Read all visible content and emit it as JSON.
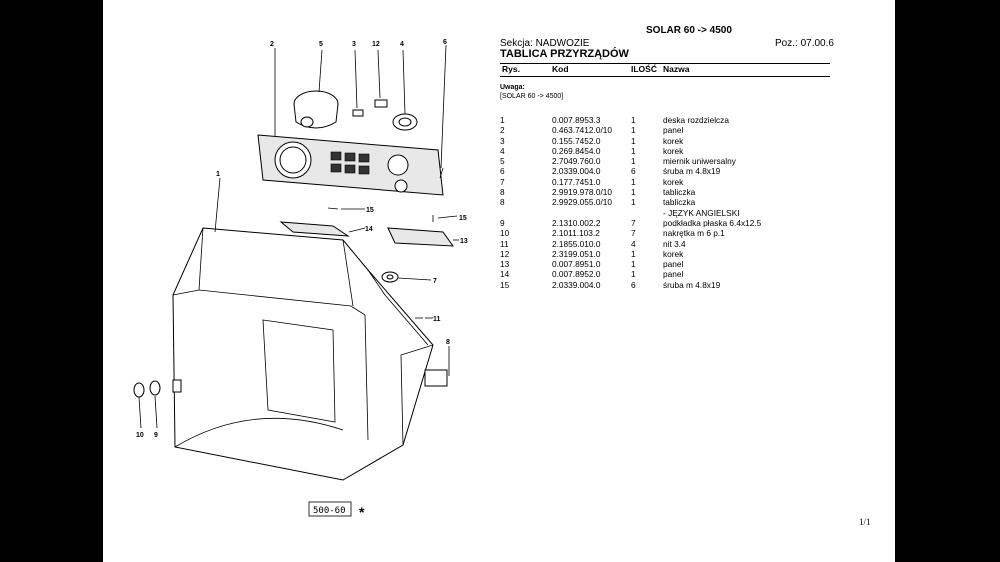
{
  "header": {
    "model": "SOLAR 60 -> 4500",
    "section": "Sekcja: NADWOZIE",
    "position": "Poz.: 07.00.6",
    "title": "TABLICA PRZYRZĄDÓW"
  },
  "columns": {
    "ref": "Rys.",
    "code": "Kod",
    "qty": "ILOŚĆ",
    "name": "Nazwa"
  },
  "note": {
    "label": "Uwaga:",
    "text": "[SOLAR 60 -> 4500]"
  },
  "parts": [
    {
      "ref": "1",
      "code": "0.007.8953.3",
      "qty": "1",
      "name": "deska rozdzielcza"
    },
    {
      "ref": "2",
      "code": "0.463.7412.0/10",
      "qty": "1",
      "name": "panel"
    },
    {
      "ref": "3",
      "code": "0.155.7452.0",
      "qty": "1",
      "name": "korek"
    },
    {
      "ref": "4",
      "code": "0.269.8454.0",
      "qty": "1",
      "name": "korek"
    },
    {
      "ref": "5",
      "code": "2.7049.760.0",
      "qty": "1",
      "name": "miernik uniwersalny"
    },
    {
      "ref": "6",
      "code": "2.0339.004.0",
      "qty": "6",
      "name": "śruba m 4.8x19"
    },
    {
      "ref": "7",
      "code": "0.177.7451.0",
      "qty": "1",
      "name": "korek"
    },
    {
      "ref": "8",
      "code": "2.9919.978.0/10",
      "qty": "1",
      "name": "tabliczka"
    },
    {
      "ref": "8",
      "code": "2.9929.055.0/10",
      "qty": "1",
      "name": "tabliczka"
    },
    {
      "ref": "",
      "code": "",
      "qty": "",
      "name": "- JĘZYK ANGIELSKI"
    },
    {
      "ref": "9",
      "code": "2.1310.002.2",
      "qty": "7",
      "name": "podkładka płaska 6.4x12.5"
    },
    {
      "ref": "10",
      "code": "2.1011.103.2",
      "qty": "7",
      "name": "nakrętka m 6 p.1"
    },
    {
      "ref": "11",
      "code": "2.1855.010.0",
      "qty": "4",
      "name": "nit 3.4"
    },
    {
      "ref": "12",
      "code": "2.3199.051.0",
      "qty": "1",
      "name": "korek"
    },
    {
      "ref": "13",
      "code": "0.007.8951.0",
      "qty": "1",
      "name": "panel"
    },
    {
      "ref": "14",
      "code": "0.007.8952.0",
      "qty": "1",
      "name": "panel"
    },
    {
      "ref": "15",
      "code": "2.0339.004.0",
      "qty": "6",
      "name": "śruba m 4.8x19"
    }
  ],
  "diagram": {
    "callouts": [
      "1",
      "2",
      "3",
      "4",
      "5",
      "6",
      "7",
      "8",
      "9",
      "10",
      "11",
      "12",
      "13",
      "14",
      "15",
      "15"
    ],
    "figure_code": "500-60",
    "asterisk": "*"
  },
  "footer": {
    "page": "1/1"
  }
}
